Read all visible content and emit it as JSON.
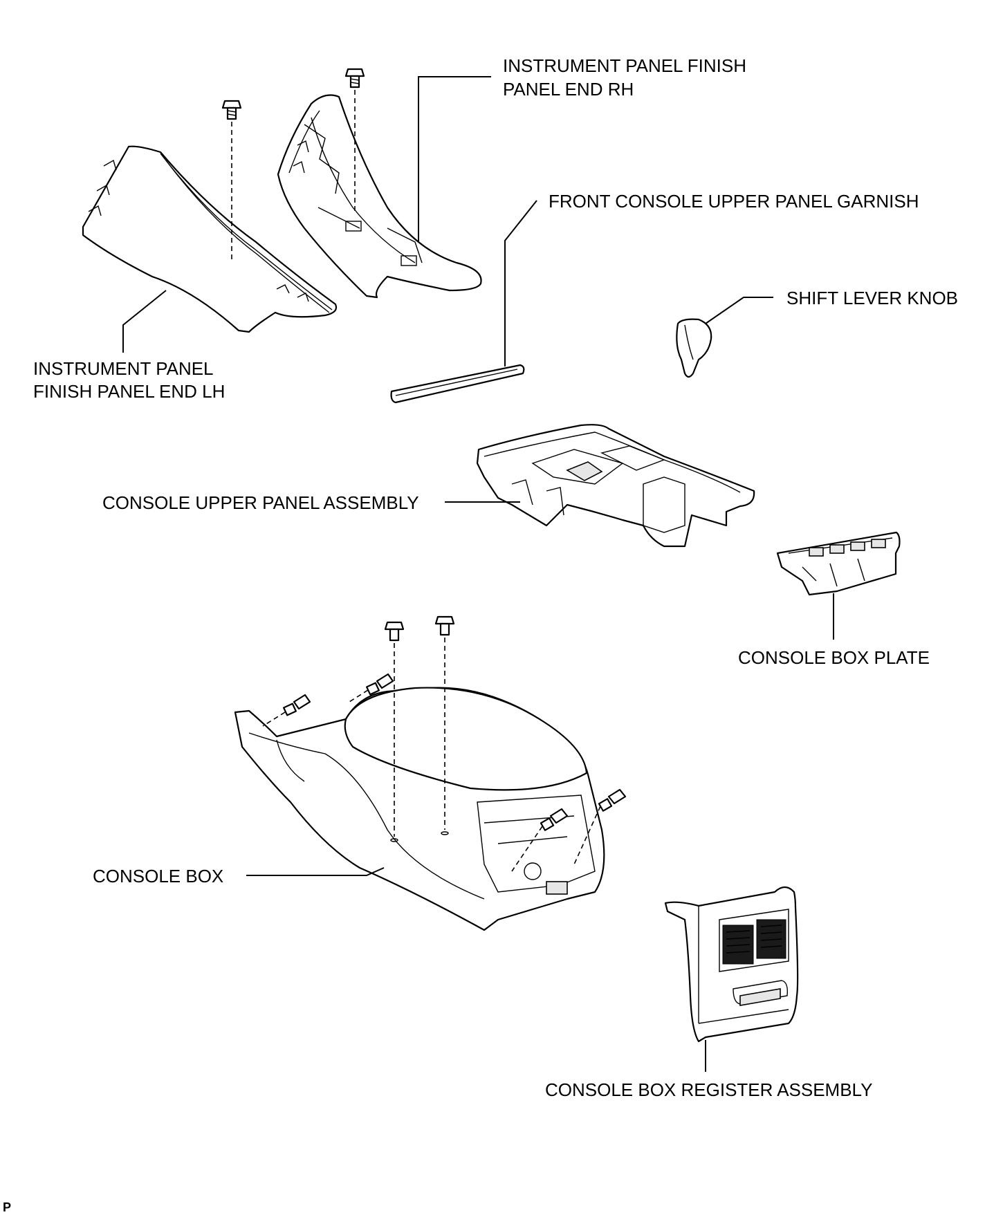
{
  "labels": {
    "ip_finish_rh_line1": "INSTRUMENT PANEL FINISH",
    "ip_finish_rh_line2": "PANEL END RH",
    "front_console_garnish": "FRONT CONSOLE UPPER PANEL GARNISH",
    "shift_lever_knob": "SHIFT LEVER KNOB",
    "ip_finish_lh_line1": "INSTRUMENT PANEL",
    "ip_finish_lh_line2": "FINISH PANEL END LH",
    "console_upper_panel": "CONSOLE UPPER PANEL ASSEMBLY",
    "console_box_plate": "CONSOLE BOX PLATE",
    "console_box": "CONSOLE BOX",
    "console_box_register": "CONSOLE BOX REGISTER ASSEMBLY",
    "corner_mark": "P"
  }
}
